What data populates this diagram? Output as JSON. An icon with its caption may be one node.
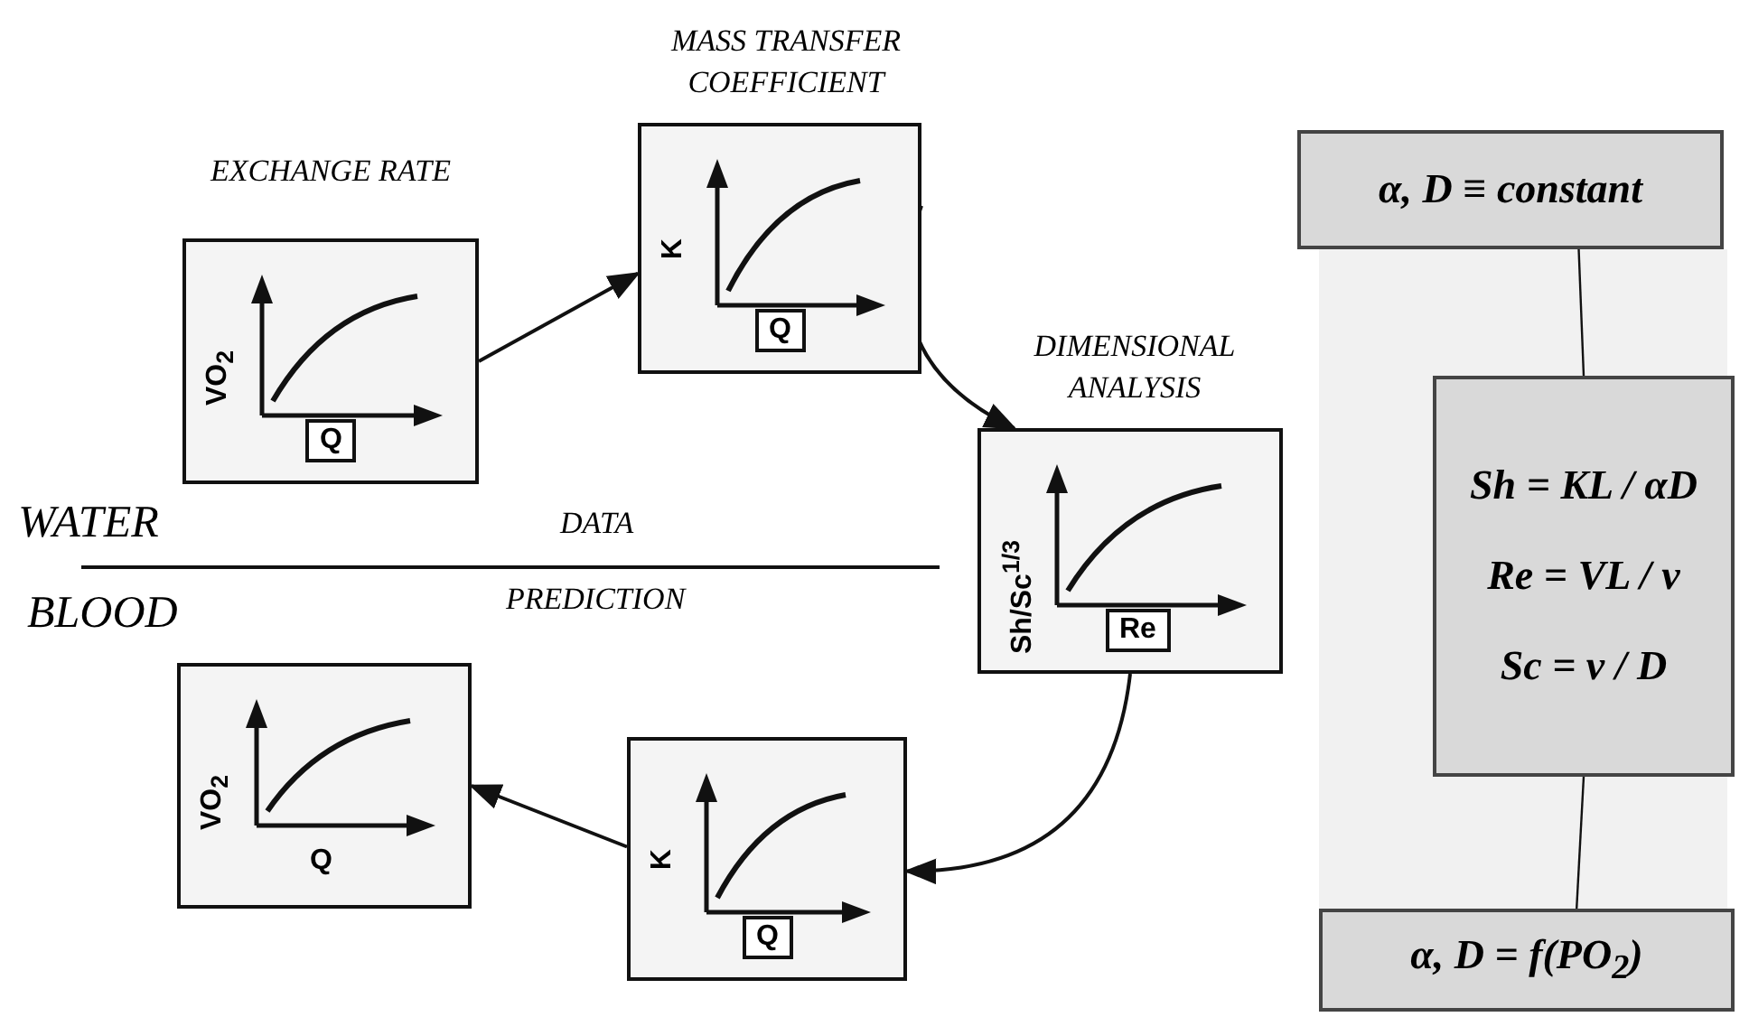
{
  "diagram": {
    "nodes": [
      {
        "text": [
          "EXCHANGE RATE",
          "VO$_{2}$",
          "Q"
        ]
      },
      {
        "text": [
          "MASS TRANSFER COEFFICIENT",
          "K",
          "Q"
        ]
      },
      {
        "text": [
          "DIMENSIONAL ANALYSIS",
          "Sh/Sc$^{1/3}$",
          "Re"
        ]
      },
      {
        "text": [
          "K",
          "Q"
        ]
      },
      {
        "text": [
          "VO$_{2}$",
          "Q"
        ]
      },
      {
        "text": [
          "α, D ≡ constant"
        ]
      },
      {
        "text": [
          "Sh = KL / αD",
          "Re = VL / ν",
          "Sc = ν / D"
        ]
      },
      {
        "text": [
          "α, D = f(PO$_{2}$)"
        ]
      }
    ],
    "edges": [
      {
        "from": 0,
        "to": 1,
        "arrow": "to"
      },
      {
        "from": 1,
        "to": 2,
        "arrow": "to"
      },
      {
        "from": 2,
        "to": 3,
        "arrow": "to"
      },
      {
        "from": 3,
        "to": 4,
        "arrow": "to"
      },
      {
        "from": 5,
        "to": 6,
        "arrow": "none"
      },
      {
        "from": 6,
        "to": 7,
        "arrow": "none"
      }
    ],
    "labels": [
      "WATER",
      "DATA",
      "BLOOD",
      "PREDICTION"
    ]
  }
}
